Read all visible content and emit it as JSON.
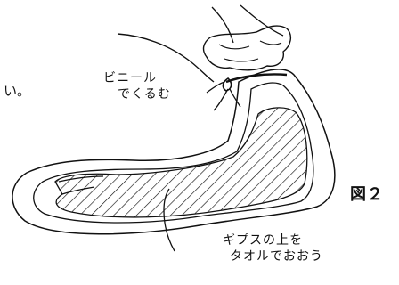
{
  "labels": {
    "edge_fragment": "い。",
    "vinyl_line1": "ビニール",
    "vinyl_line2": "でくるむ",
    "towel_line1": "ギプスの上を",
    "towel_line2": "タオルでおおう",
    "figure": "図２"
  },
  "colors": {
    "ink": "#111111",
    "background": "#ffffff"
  }
}
